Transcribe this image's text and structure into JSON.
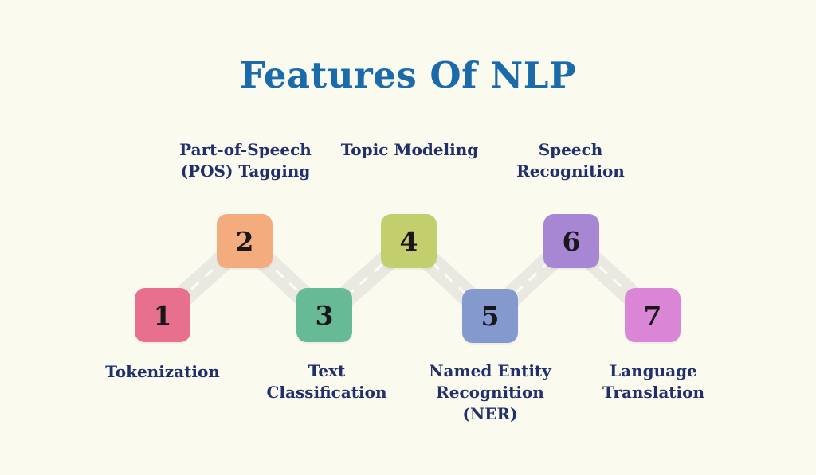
{
  "title": "Features Of NLP",
  "colors": {
    "background": "#fafaef",
    "title": "#1b6baa",
    "label": "#21306b",
    "number": "#1a161a",
    "road": "#e9e9e2",
    "road_dash": "#fdfdf7"
  },
  "items": [
    {
      "number": "1",
      "label": "Tokenization",
      "color": "#e7708f"
    },
    {
      "number": "2",
      "label": "Part-of-Speech\n(POS) Tagging",
      "color": "#f4ab7e"
    },
    {
      "number": "3",
      "label": "Text\nClassification",
      "color": "#67ba96"
    },
    {
      "number": "4",
      "label": "Topic Modeling",
      "color": "#c3cf6d"
    },
    {
      "number": "5",
      "label": "Named Entity\nRecognition\n(NER)",
      "color": "#8499cd"
    },
    {
      "number": "6",
      "label": "Speech\nRecognition",
      "color": "#a787d3"
    },
    {
      "number": "7",
      "label": "Language\nTranslation",
      "color": "#da85d6"
    }
  ]
}
